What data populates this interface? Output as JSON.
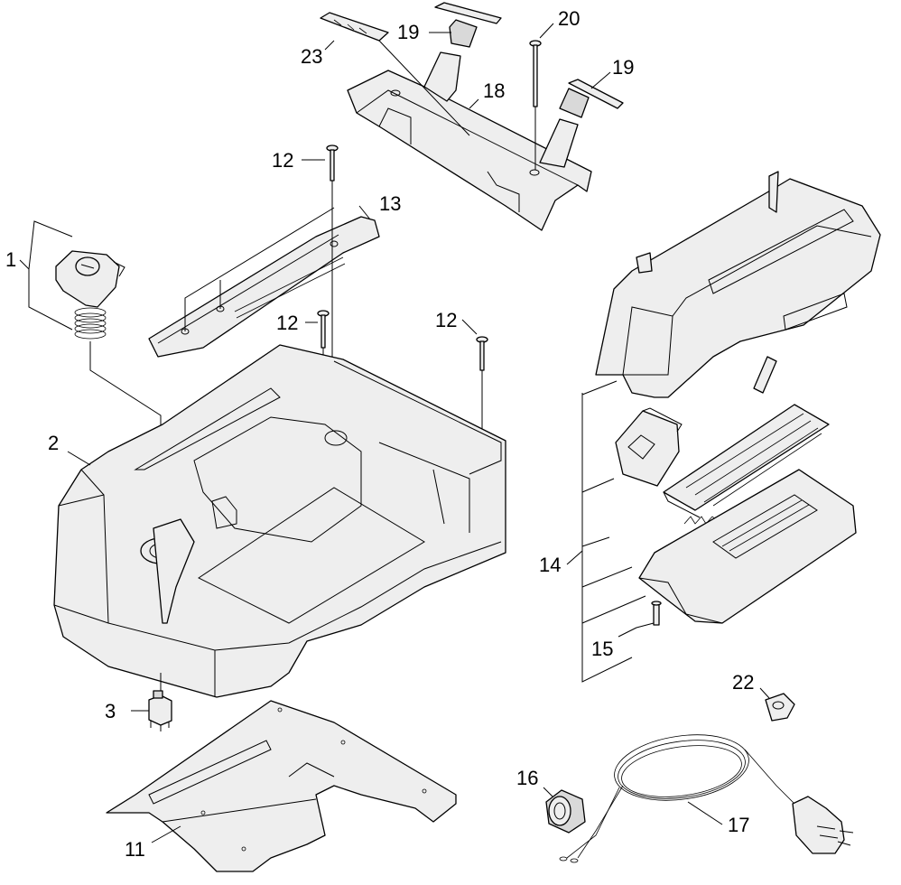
{
  "callouts": {
    "c1": "1",
    "c2": "2",
    "c3": "3",
    "c11": "11",
    "c12a": "12",
    "c12b": "12",
    "c12c": "12",
    "c13": "13",
    "c14": "14",
    "c15": "15",
    "c16": "16",
    "c17": "17",
    "c18": "18",
    "c19a": "19",
    "c19b": "19",
    "c20": "20",
    "c22": "22",
    "c23": "23"
  }
}
